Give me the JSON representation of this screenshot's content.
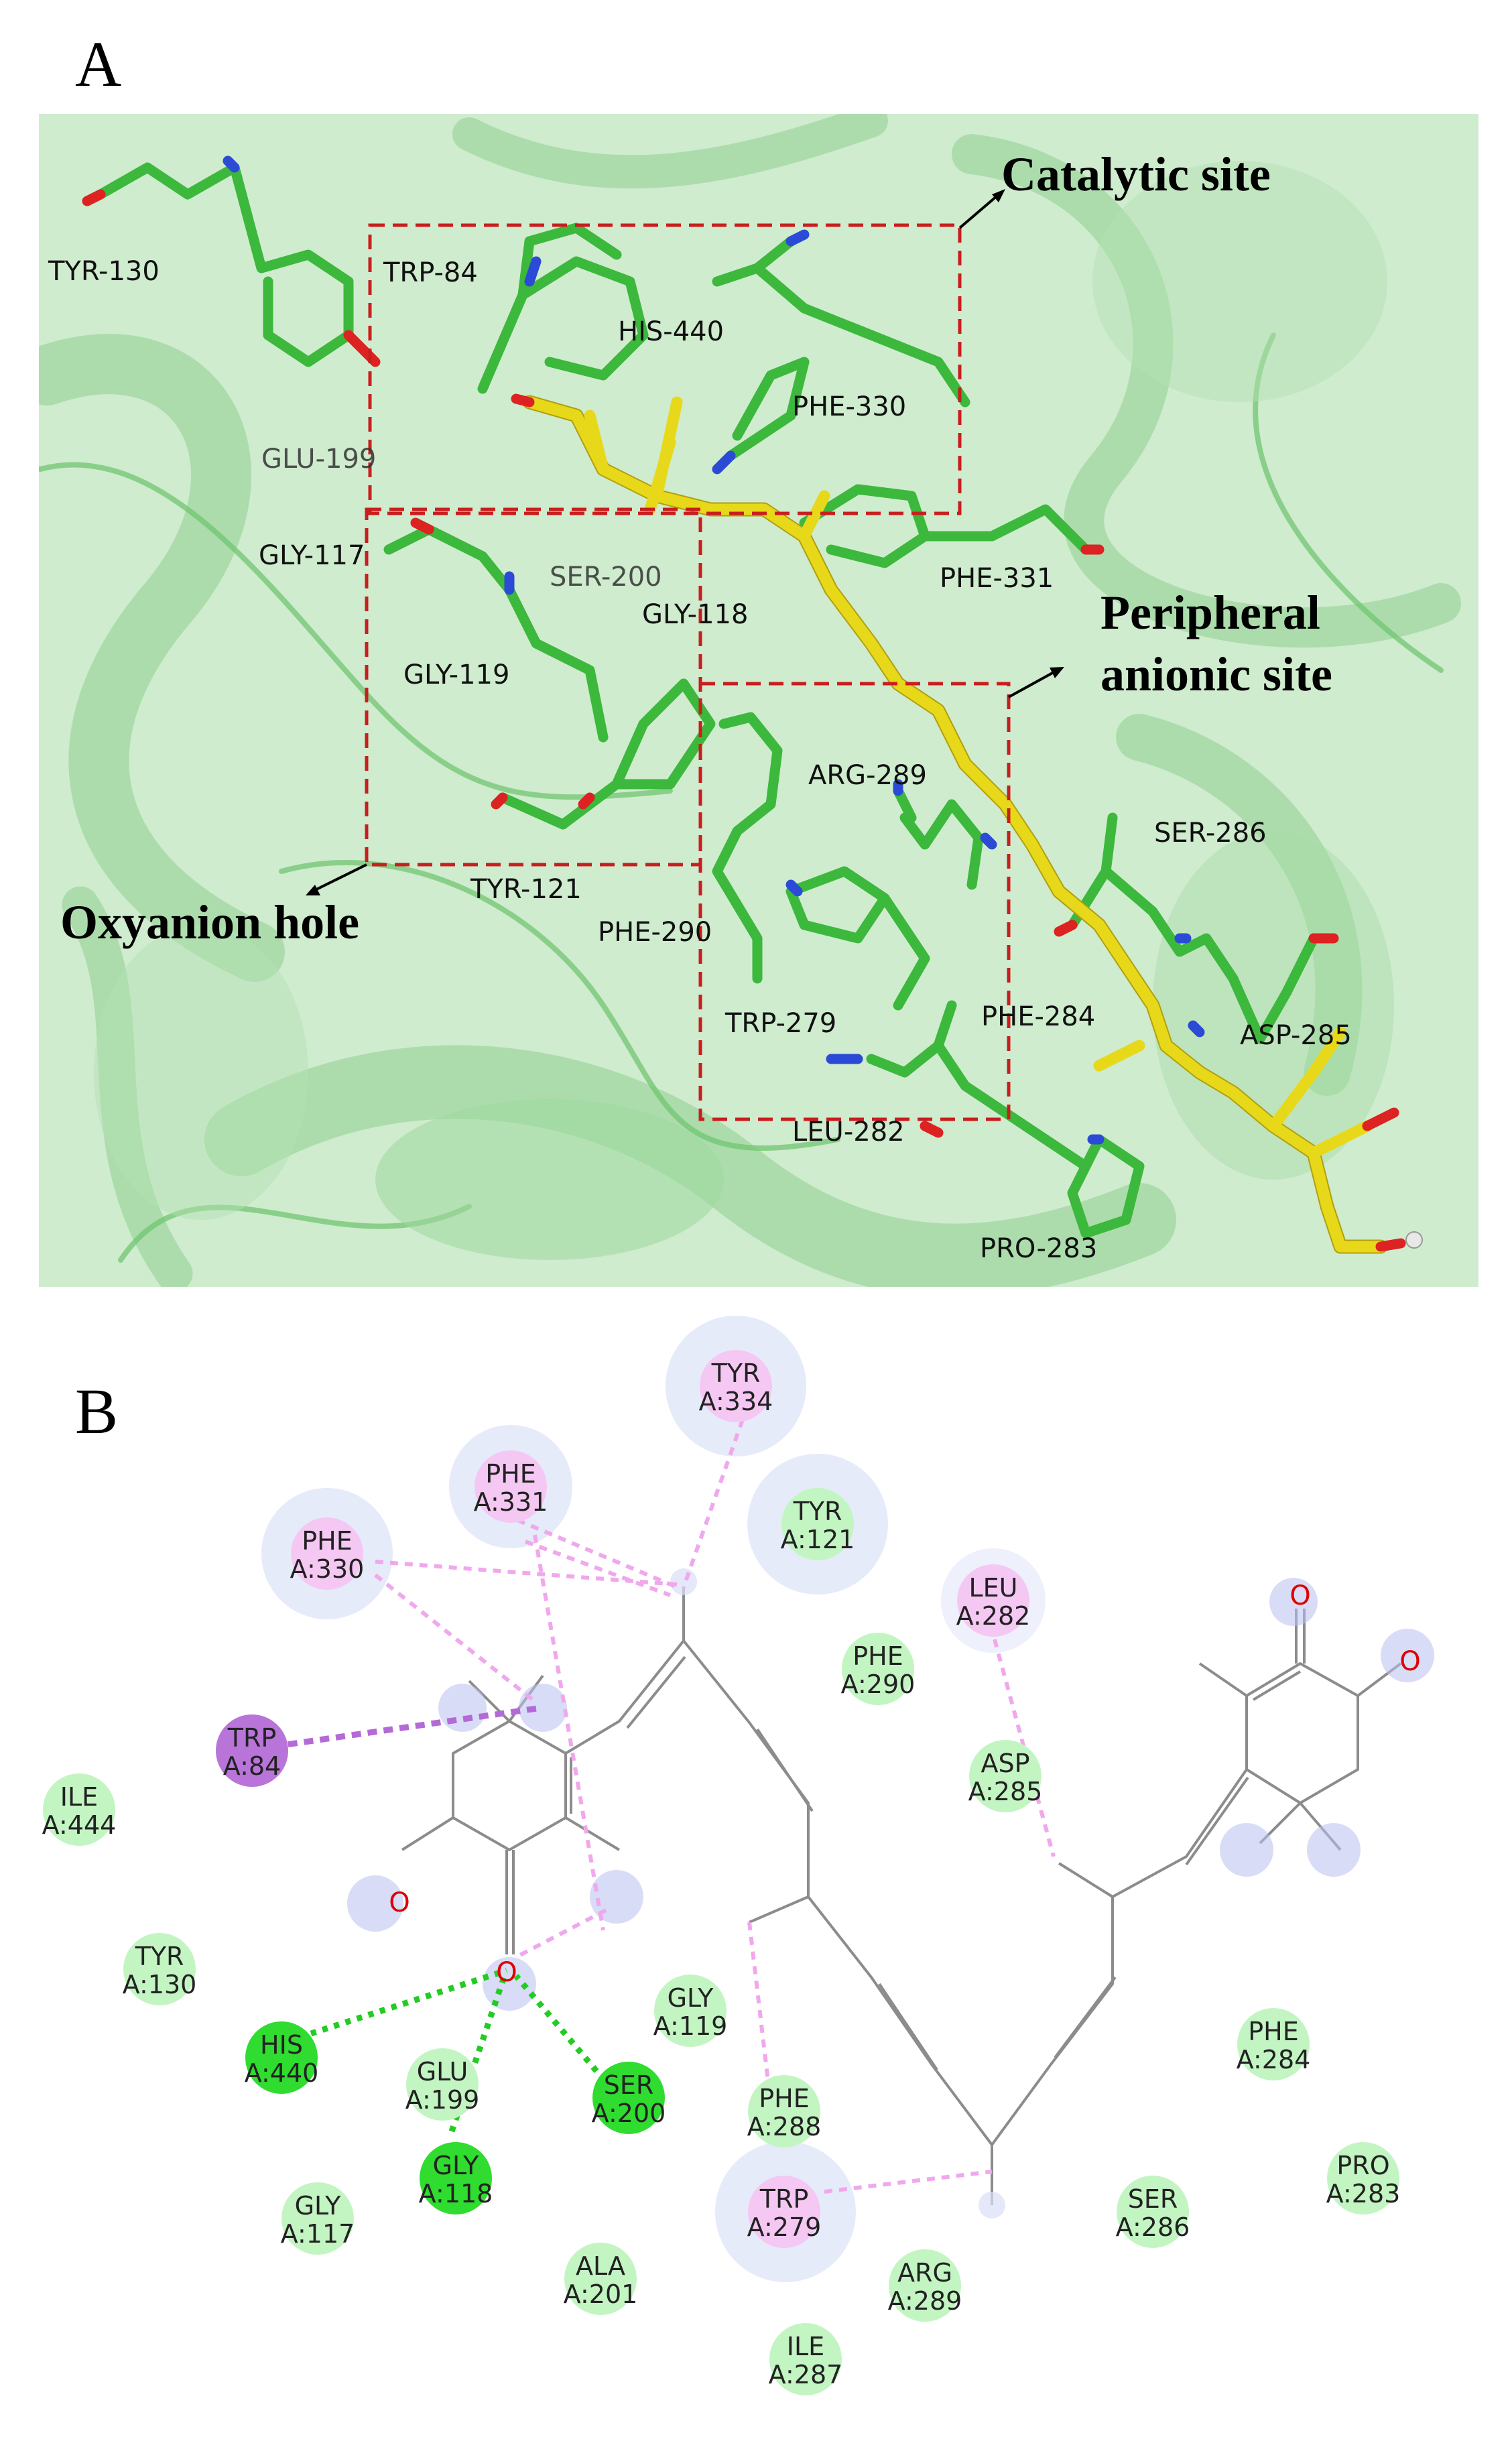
{
  "panel_a": {
    "letter": "A",
    "site_labels": {
      "catalytic": "Catalytic site",
      "peripheral_line1": "Peripheral",
      "peripheral_line2": "anionic site",
      "oxyanion": "Oxyanion hole"
    },
    "residues": [
      {
        "id": "tyr130",
        "text": "TYR-130"
      },
      {
        "id": "trp84",
        "text": "TRP-84"
      },
      {
        "id": "his440",
        "text": "HIS-440"
      },
      {
        "id": "phe330",
        "text": "PHE-330"
      },
      {
        "id": "glu199",
        "text": "GLU-199"
      },
      {
        "id": "gly117",
        "text": "GLY-117"
      },
      {
        "id": "ser200",
        "text": "SER-200"
      },
      {
        "id": "gly118",
        "text": "GLY-118"
      },
      {
        "id": "phe331",
        "text": "PHE-331"
      },
      {
        "id": "gly119",
        "text": "GLY-119"
      },
      {
        "id": "arg289",
        "text": "ARG-289"
      },
      {
        "id": "ser286",
        "text": "SER-286"
      },
      {
        "id": "tyr121",
        "text": "TYR-121"
      },
      {
        "id": "phe290",
        "text": "PHE-290"
      },
      {
        "id": "trp279",
        "text": "TRP-279"
      },
      {
        "id": "phe284",
        "text": "PHE-284"
      },
      {
        "id": "asp285",
        "text": "ASP-285"
      },
      {
        "id": "leu282",
        "text": "LEU-282"
      },
      {
        "id": "pro283",
        "text": "PRO-283"
      }
    ]
  },
  "panel_b": {
    "letter": "B",
    "atom_labels": {
      "o": "O"
    },
    "colors": {
      "vdw": "#c3f5c3",
      "hbond": "#2fdc2f",
      "pi_alkyl": "#f5c8f3",
      "pi_sigma": "#b874d8"
    },
    "residues": [
      {
        "id": "tyr334",
        "l1": "TYR",
        "l2": "A:334",
        "kind": "pi_alkyl"
      },
      {
        "id": "phe331",
        "l1": "PHE",
        "l2": "A:331",
        "kind": "pi_alkyl"
      },
      {
        "id": "tyr121",
        "l1": "TYR",
        "l2": "A:121",
        "kind": "vdw"
      },
      {
        "id": "phe330",
        "l1": "PHE",
        "l2": "A:330",
        "kind": "pi_alkyl"
      },
      {
        "id": "leu282",
        "l1": "LEU",
        "l2": "A:282",
        "kind": "pi_alkyl"
      },
      {
        "id": "phe290",
        "l1": "PHE",
        "l2": "A:290",
        "kind": "vdw"
      },
      {
        "id": "trp84",
        "l1": "TRP",
        "l2": "A:84",
        "kind": "pi_sigma"
      },
      {
        "id": "asp285",
        "l1": "ASP",
        "l2": "A:285",
        "kind": "vdw"
      },
      {
        "id": "ile444",
        "l1": "ILE",
        "l2": "A:444",
        "kind": "vdw"
      },
      {
        "id": "tyr130",
        "l1": "TYR",
        "l2": "A:130",
        "kind": "vdw"
      },
      {
        "id": "gly119",
        "l1": "GLY",
        "l2": "A:119",
        "kind": "vdw"
      },
      {
        "id": "phe284",
        "l1": "PHE",
        "l2": "A:284",
        "kind": "vdw"
      },
      {
        "id": "his440",
        "l1": "HIS",
        "l2": "A:440",
        "kind": "hbond"
      },
      {
        "id": "glu199",
        "l1": "GLU",
        "l2": "A:199",
        "kind": "vdw"
      },
      {
        "id": "ser200",
        "l1": "SER",
        "l2": "A:200",
        "kind": "hbond"
      },
      {
        "id": "phe288",
        "l1": "PHE",
        "l2": "A:288",
        "kind": "vdw"
      },
      {
        "id": "pro283",
        "l1": "PRO",
        "l2": "A:283",
        "kind": "vdw"
      },
      {
        "id": "gly118",
        "l1": "GLY",
        "l2": "A:118",
        "kind": "hbond"
      },
      {
        "id": "trp279",
        "l1": "TRP",
        "l2": "A:279",
        "kind": "pi_alkyl"
      },
      {
        "id": "ser286",
        "l1": "SER",
        "l2": "A:286",
        "kind": "vdw"
      },
      {
        "id": "gly117",
        "l1": "GLY",
        "l2": "A:117",
        "kind": "vdw"
      },
      {
        "id": "ala201",
        "l1": "ALA",
        "l2": "A:201",
        "kind": "vdw"
      },
      {
        "id": "arg289",
        "l1": "ARG",
        "l2": "A:289",
        "kind": "vdw"
      },
      {
        "id": "ile287",
        "l1": "ILE",
        "l2": "A:287",
        "kind": "vdw"
      }
    ]
  }
}
